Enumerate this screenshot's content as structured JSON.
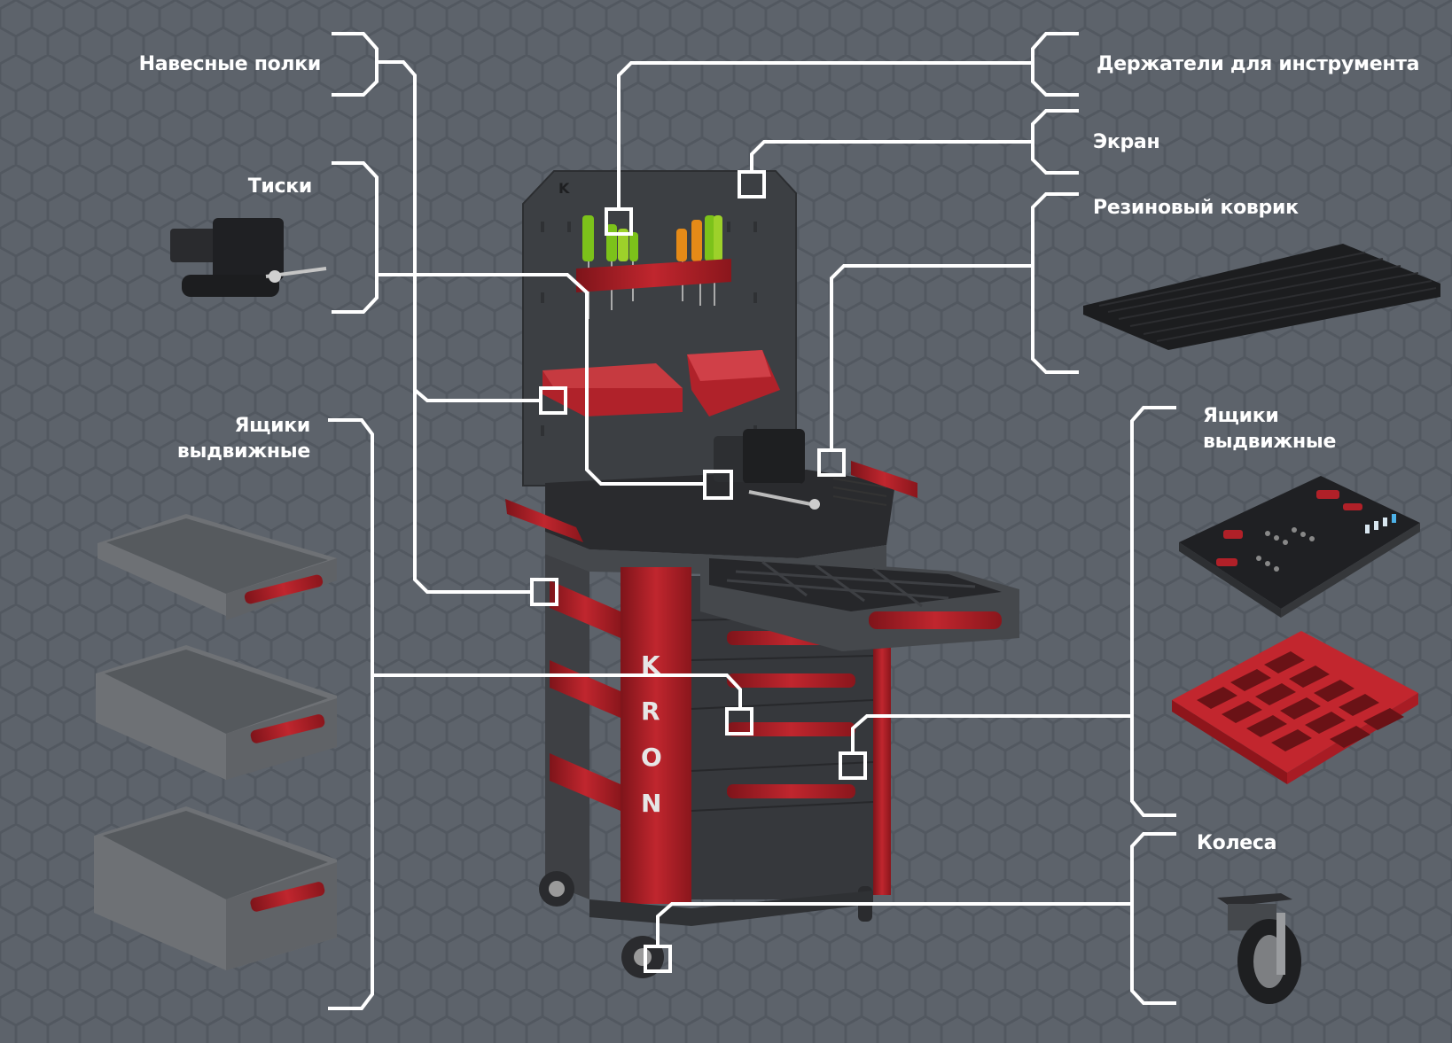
{
  "callouts": {
    "hanging_shelves": "Навесные полки",
    "vise": "Тиски",
    "drawers_left_line1": "Ящики",
    "drawers_left_line2": "выдвижные",
    "tool_holders": "Держатели для инструмента",
    "screen": "Экран",
    "rubber_mat": "Резиновый коврик",
    "drawers_right_line1": "Ящики",
    "drawers_right_line2": "выдвижные",
    "wheels": "Колеса"
  },
  "cart": {
    "brand_letters": [
      "K",
      "R",
      "O",
      "N"
    ],
    "panel_logo": "K"
  },
  "colors": {
    "background": "#5d636b",
    "body_red": "#a31a22",
    "body_dark": "#3a3c40",
    "steel_gray": "#6a6d71",
    "line": "#ffffff"
  }
}
